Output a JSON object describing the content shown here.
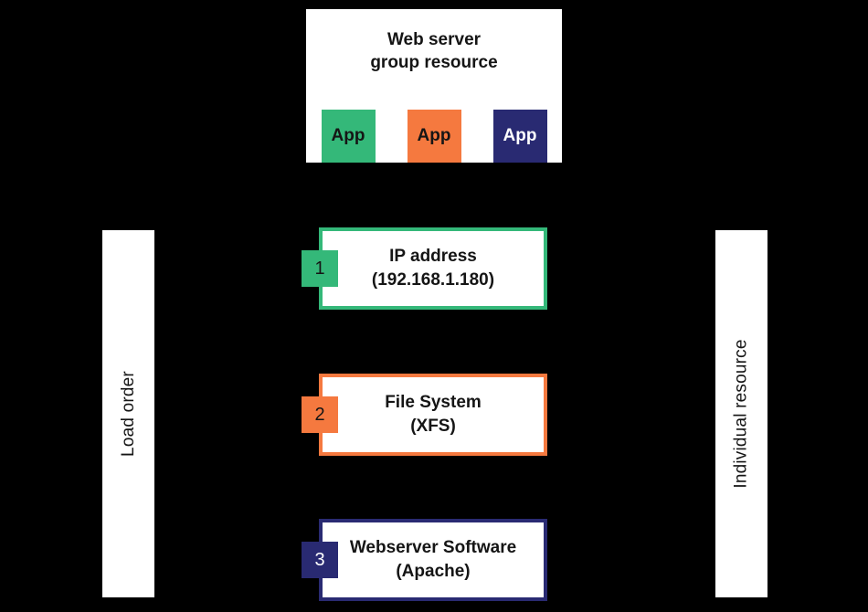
{
  "group_box": {
    "title_line1": "Web server",
    "title_line2": "group resource",
    "apps": [
      {
        "label": "App",
        "color": "#34b879",
        "text_color": "#151515"
      },
      {
        "label": "App",
        "color": "#f5793f",
        "text_color": "#151515"
      },
      {
        "label": "App",
        "color": "#292a72",
        "text_color": "#ffffff"
      }
    ]
  },
  "left_bar": {
    "label": "Load order"
  },
  "right_bar": {
    "label": "Individual resource"
  },
  "resources": [
    {
      "order": "1",
      "line1": "IP address",
      "line2": "(192.168.1.180)",
      "color": "#34b879",
      "badge_text_color": "#151515"
    },
    {
      "order": "2",
      "line1": "File System",
      "line2": "(XFS)",
      "color": "#f5793f",
      "badge_text_color": "#151515"
    },
    {
      "order": "3",
      "line1": "Webserver Software",
      "line2": "(Apache)",
      "color": "#292a72",
      "badge_text_color": "#ffffff"
    }
  ],
  "colors": {
    "background": "#000000",
    "panel": "#ffffff",
    "green": "#34b879",
    "orange": "#f5793f",
    "navy": "#292a72",
    "text_dark": "#151515",
    "text_light": "#ffffff"
  }
}
